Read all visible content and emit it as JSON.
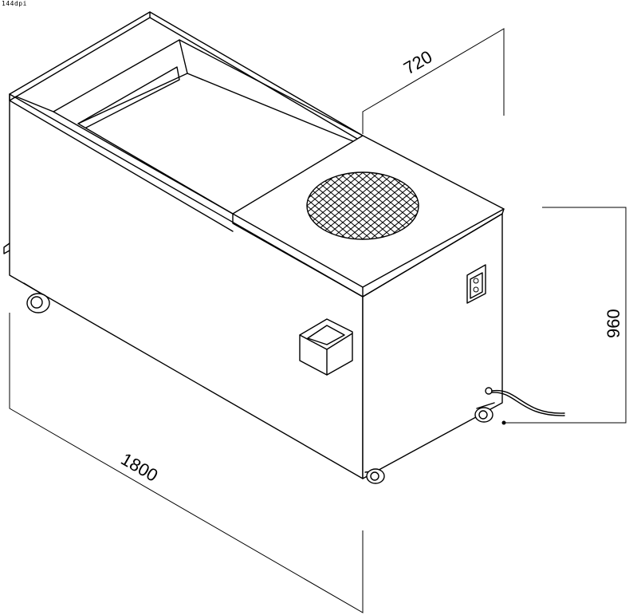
{
  "resolution_label": "144dpi",
  "dimensions": {
    "length": "1800",
    "depth": "720",
    "height": "960"
  },
  "colors": {
    "line": "#000000",
    "background": "#ffffff"
  }
}
